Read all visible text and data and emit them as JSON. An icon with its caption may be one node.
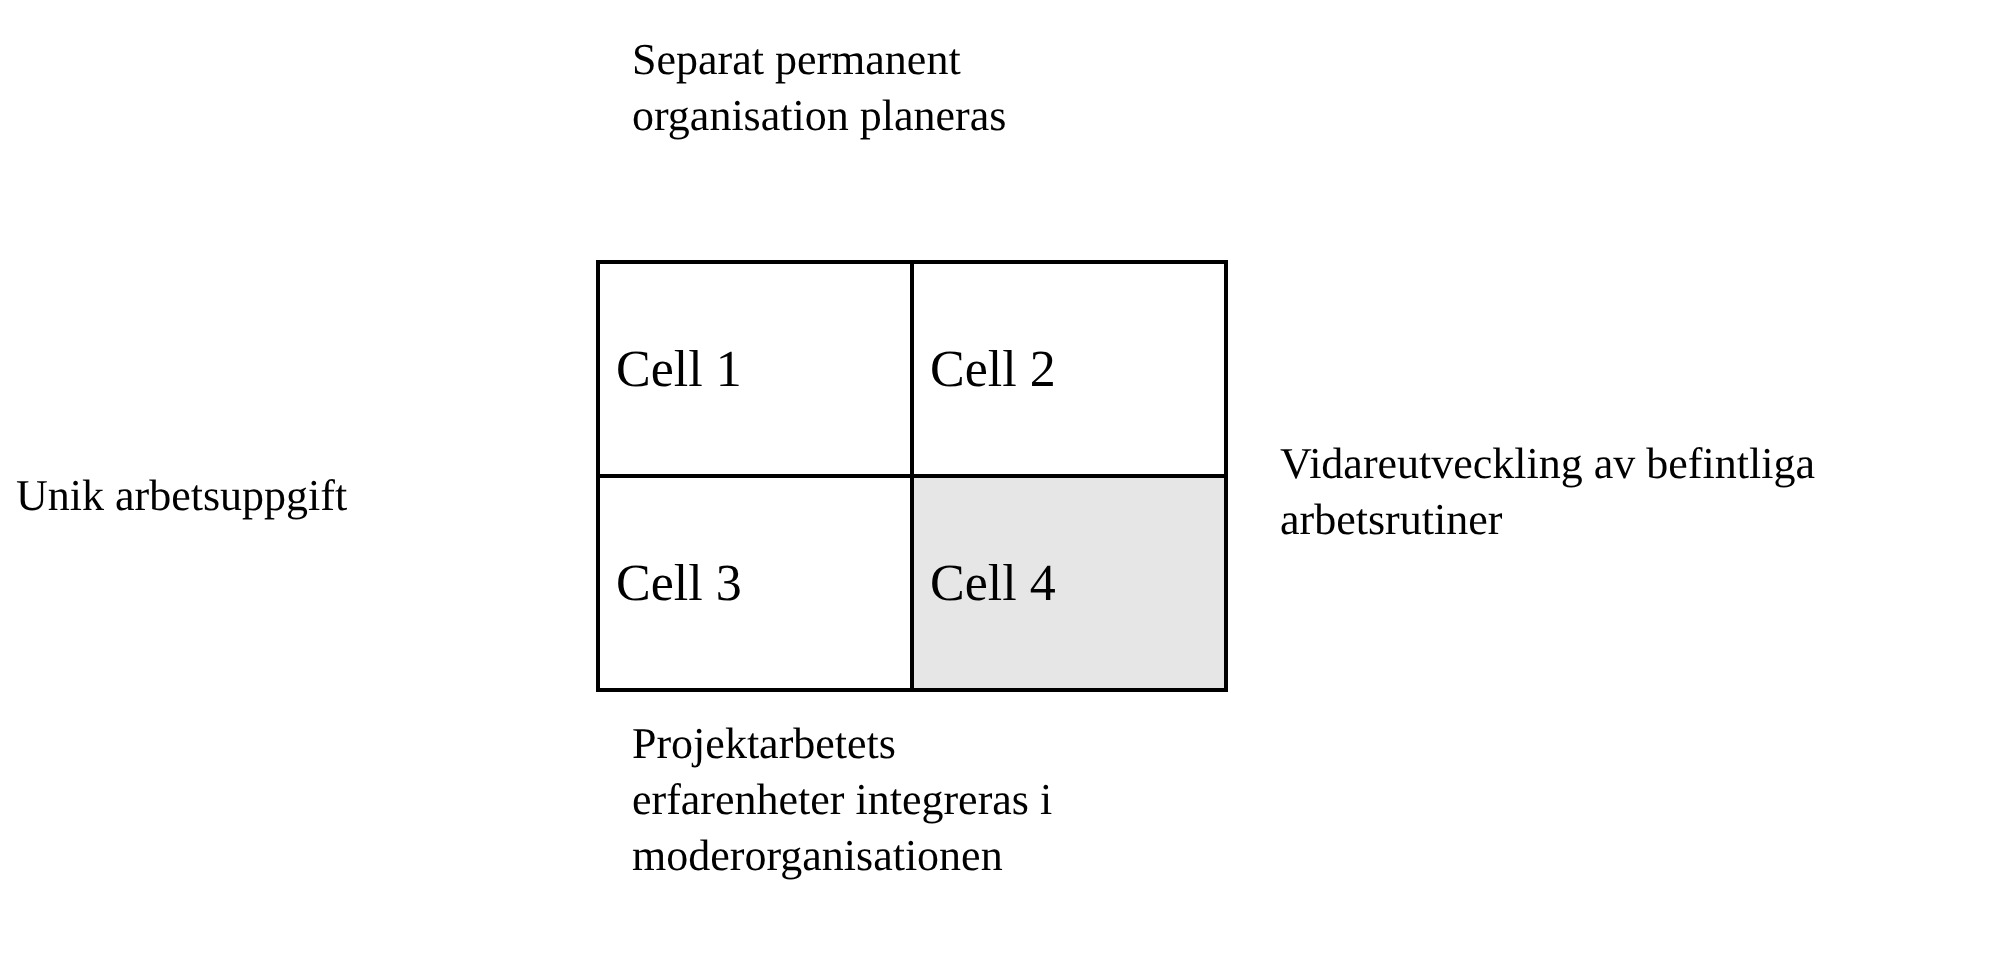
{
  "diagram": {
    "nodes": [
      {
        "text": [
          "Cell 1"
        ]
      },
      {
        "text": [
          "Cell 2"
        ]
      },
      {
        "text": [
          "Cell 3"
        ]
      },
      {
        "text": [
          "Cell 4"
        ]
      }
    ],
    "labels": [
      "Separat permanent organisation planeras",
      "Unik arbetsuppgift",
      "Vidareutveckling av befintliga arbetsrutiner",
      "Projektarbetets erfarenheter integreras i moderorganisationen"
    ]
  }
}
